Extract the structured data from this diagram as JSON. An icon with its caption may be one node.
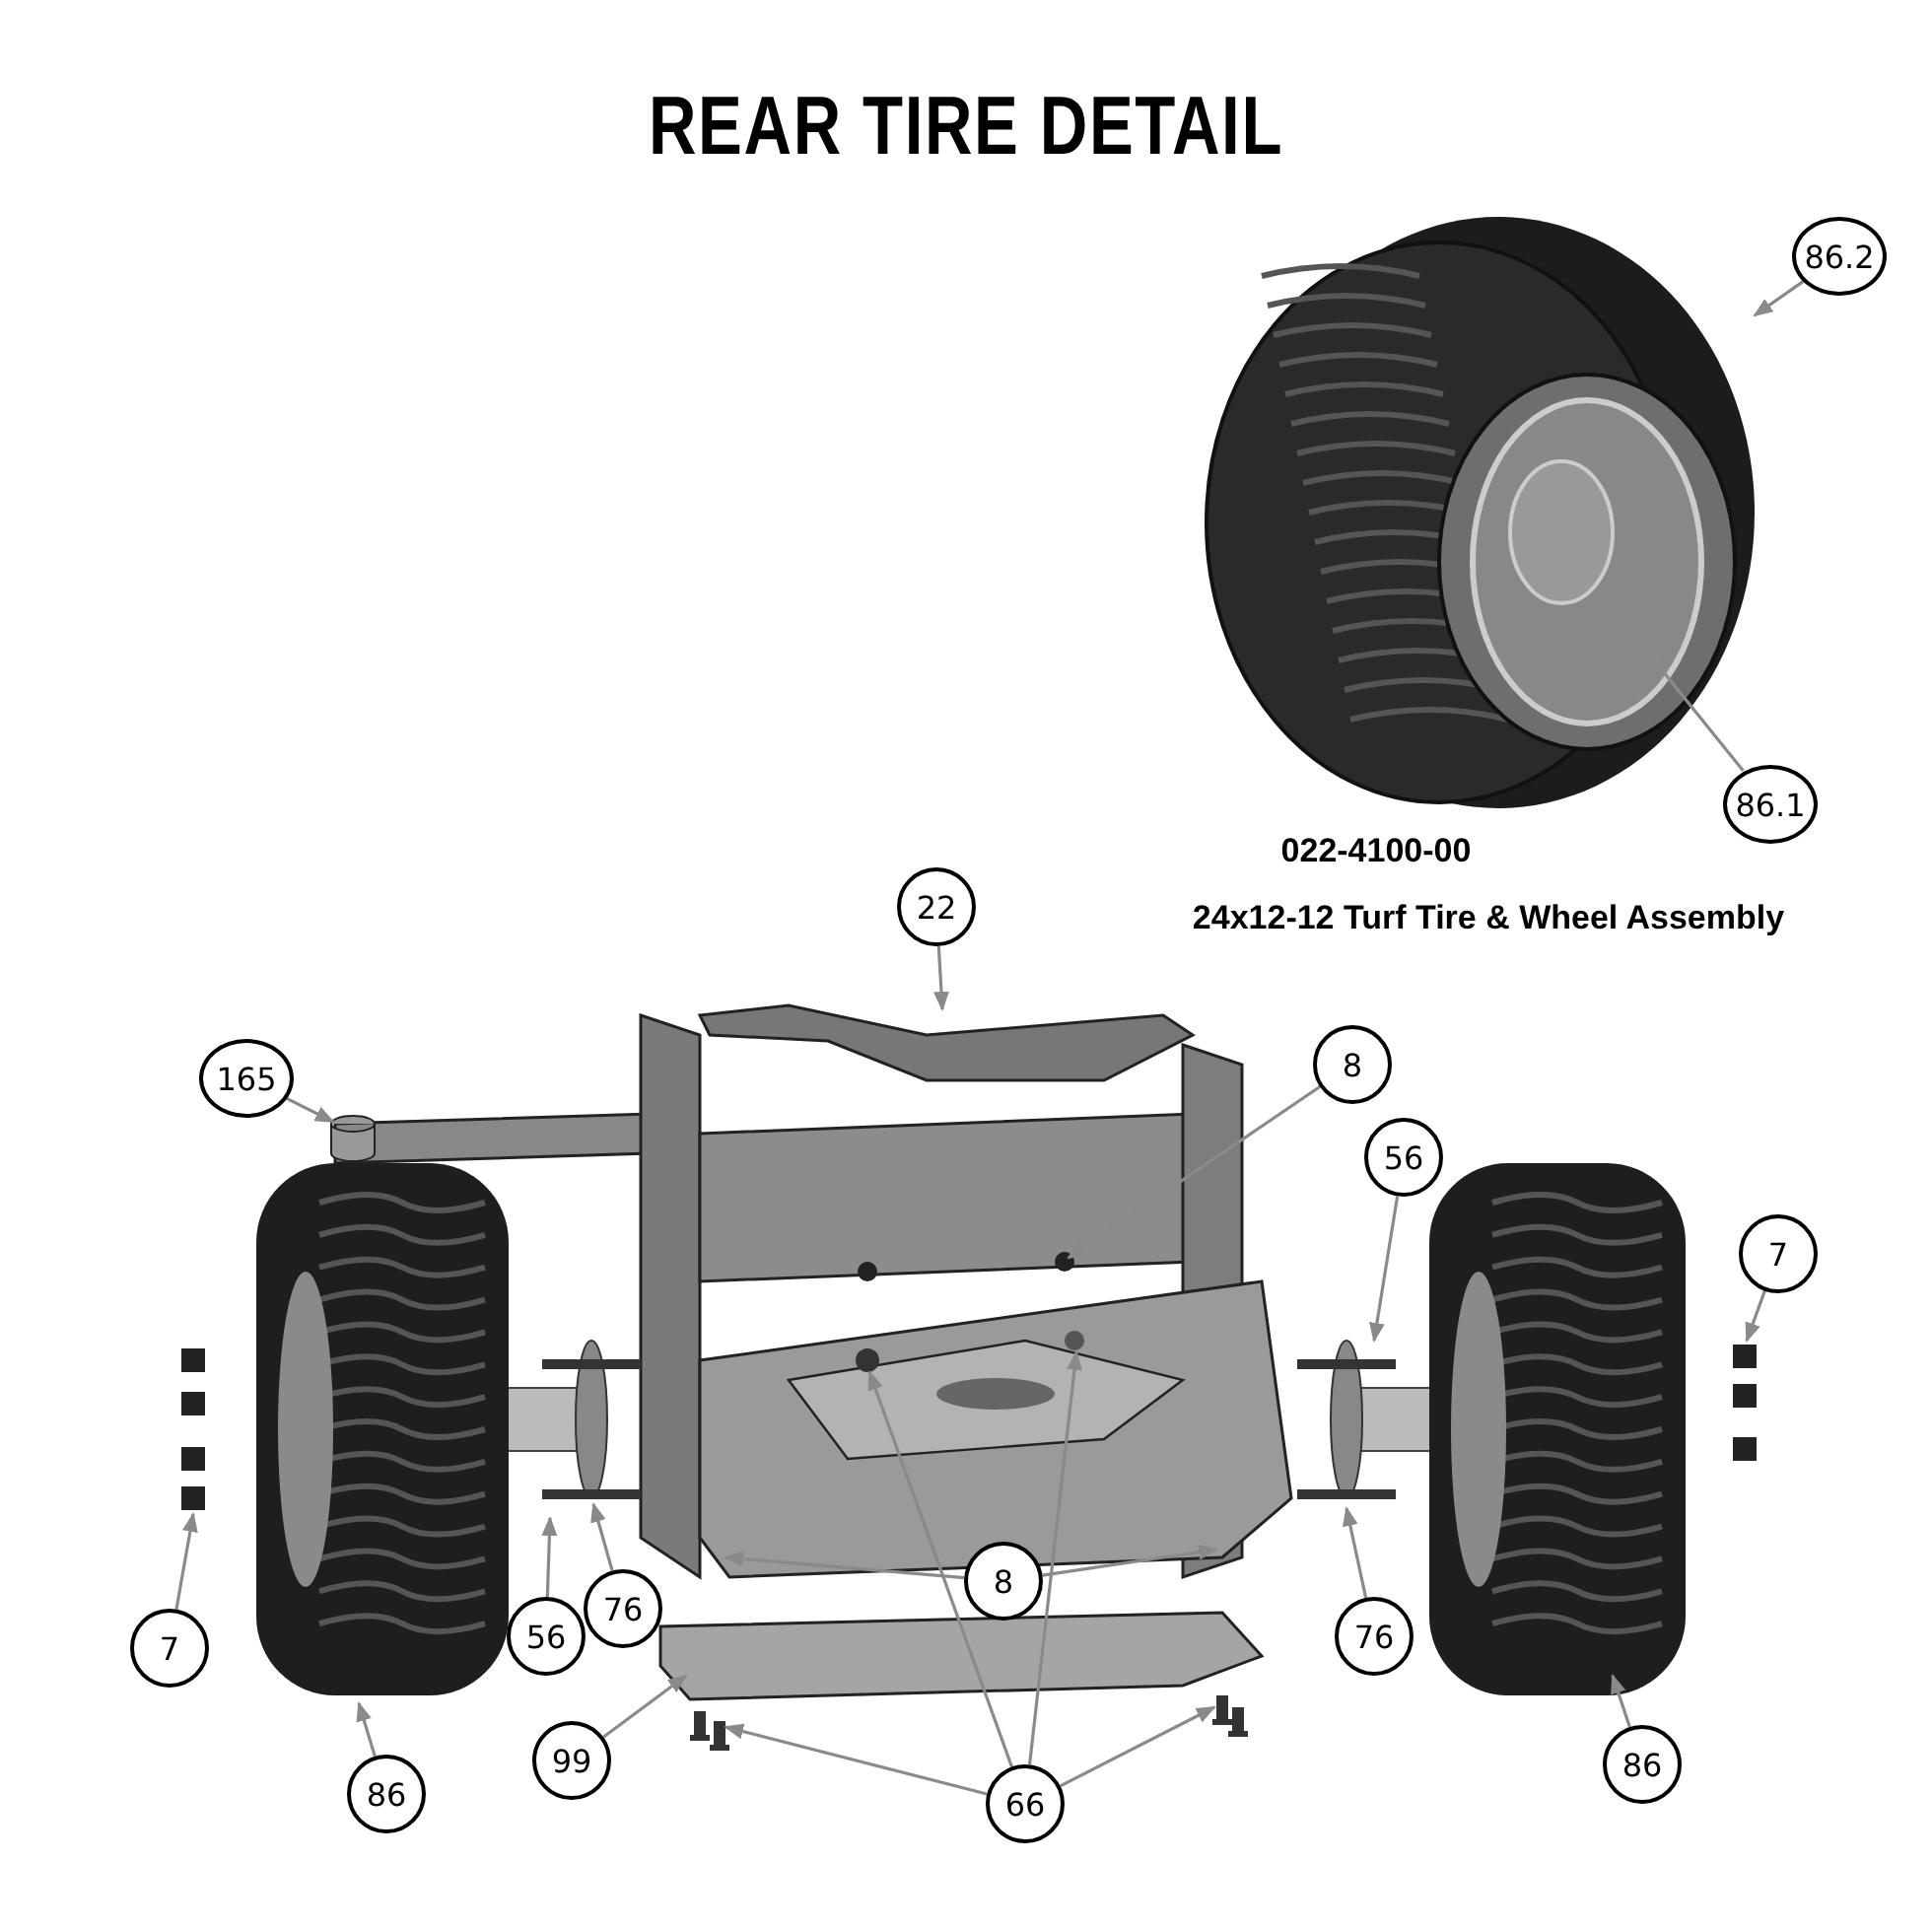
{
  "diagram": {
    "title": "REAR TIRE DETAIL",
    "nodes": [
      {
        "text": [
          "86.2"
        ]
      },
      {
        "text": [
          "86.1"
        ]
      },
      {
        "text": [
          "22"
        ]
      },
      {
        "text": [
          "165"
        ]
      },
      {
        "text": [
          "8"
        ]
      },
      {
        "text": [
          "56"
        ]
      },
      {
        "text": [
          "7"
        ]
      },
      {
        "text": [
          "7"
        ]
      },
      {
        "text": [
          "56"
        ]
      },
      {
        "text": [
          "76"
        ]
      },
      {
        "text": [
          "8"
        ]
      },
      {
        "text": [
          "76"
        ]
      },
      {
        "text": [
          "99"
        ]
      },
      {
        "text": [
          "86"
        ]
      },
      {
        "text": [
          "66"
        ]
      },
      {
        "text": [
          "86"
        ]
      },
      {
        "text": [],
        "shape": "picture"
      },
      {
        "text": [],
        "shape": "picture",
        "in": 16
      },
      {
        "text": [],
        "shape": "picture"
      },
      {
        "text": [],
        "shape": "picture"
      },
      {
        "text": [],
        "shape": "picture"
      },
      {
        "text": [],
        "shape": "cylinder"
      }
    ],
    "edges": [
      {
        "from": 0,
        "to": 16,
        "arrow": "to"
      },
      {
        "from": 1,
        "to": 17,
        "arrow": "to"
      },
      {
        "from": 2,
        "to": null,
        "arrow": "to"
      },
      {
        "from": 3,
        "to": 21,
        "arrow": "to"
      },
      {
        "from": 4,
        "to": null,
        "arrow": "to"
      },
      {
        "from": 5,
        "to": null,
        "arrow": "to"
      },
      {
        "from": 6,
        "to": null,
        "arrow": "to"
      },
      {
        "from": 7,
        "to": null,
        "arrow": "to"
      },
      {
        "from": 8,
        "to": null,
        "arrow": "to"
      },
      {
        "from": 9,
        "to": null,
        "arrow": "to"
      },
      {
        "from": 10,
        "to": null,
        "arrow": "to"
      },
      {
        "from": 10,
        "to": null,
        "arrow": "to"
      },
      {
        "from": 11,
        "to": null,
        "arrow": "to"
      },
      {
        "from": 12,
        "to": 18,
        "arrow": "to"
      },
      {
        "from": 13,
        "to": null,
        "arrow": "to"
      },
      {
        "from": 14,
        "to": null,
        "arrow": "to"
      },
      {
        "from": 14,
        "to": null,
        "arrow": "to"
      },
      {
        "from": 14,
        "to": 19,
        "arrow": "to"
      },
      {
        "from": 14,
        "to": 20,
        "arrow": "to"
      },
      {
        "from": 15,
        "to": null,
        "arrow": "to"
      }
    ],
    "labels": [
      "022-4100-00",
      "24x12-12 Turf Tire & Wheel Assembly"
    ]
  }
}
